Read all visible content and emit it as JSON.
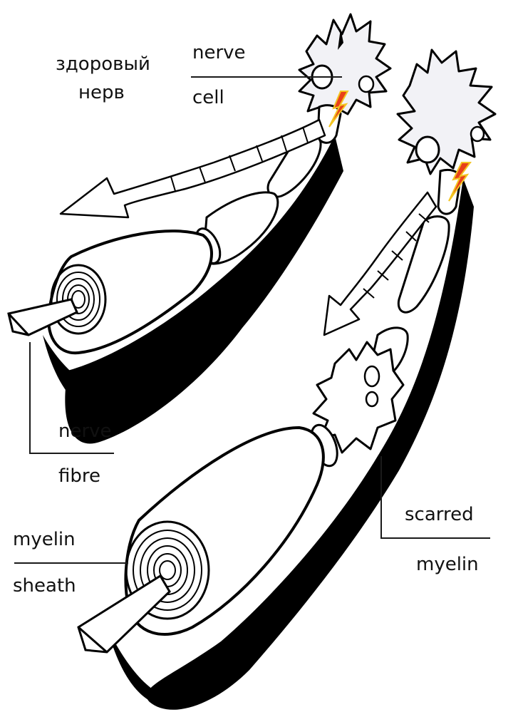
{
  "labels": {
    "healthy_title_line1": "здоровый",
    "healthy_title_line2": "нерв",
    "nerve_cell_line1": "nerve",
    "nerve_cell_line2": "cell",
    "nerve_fibre_line1": "nerve",
    "nerve_fibre_line2": "fibre",
    "myelin_sheath_line1": "myelin",
    "myelin_sheath_line2": "sheath",
    "scarred_myelin_line1": "scarred",
    "scarred_myelin_line2": "myelin"
  },
  "colors": {
    "ink": "#000000",
    "label_text": "#111111",
    "leader_line": "#1a1a1a",
    "cell_fill": "#f2f2f6",
    "spark_red": "#e8401a",
    "spark_yellow": "#f3c521",
    "background": "#ffffff"
  }
}
